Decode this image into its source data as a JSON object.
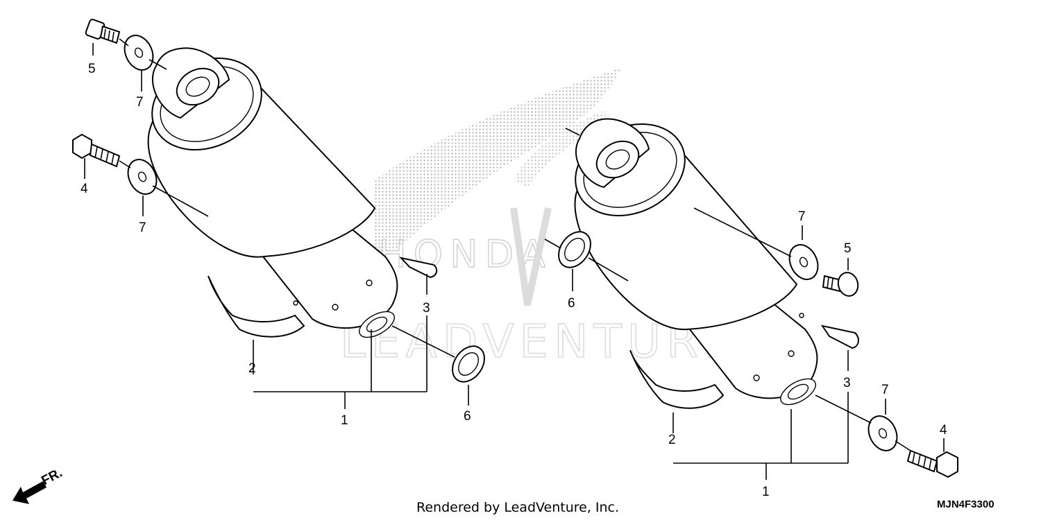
{
  "callouts": {
    "left": {
      "c1": "1",
      "c2": "2",
      "c3": "3",
      "c4": "4",
      "c5": "5",
      "c6": "6",
      "c7a": "7",
      "c7b": "7"
    },
    "right": {
      "c1": "1",
      "c2": "2",
      "c3": "3",
      "c4": "4",
      "c5": "5",
      "c6": "6",
      "c7a": "7",
      "c7b": "7"
    }
  },
  "footer": {
    "credit": "Rendered by LeadVenture, Inc.",
    "diagram_code": "MJN4F3300",
    "front_indicator": "FR."
  },
  "watermark": {
    "text": "LEADVENTURE",
    "logo_text": "HONDA"
  },
  "colors": {
    "line": "#000000",
    "watermark": "#dcdcdc",
    "background": "#ffffff"
  }
}
